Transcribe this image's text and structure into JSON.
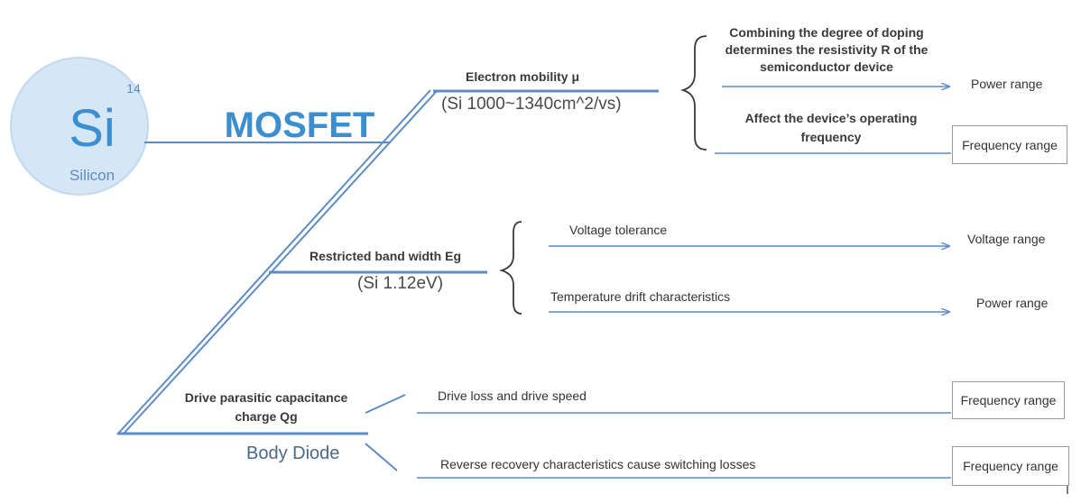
{
  "colors": {
    "line": "#5b8cc5",
    "accent": "#3b8ed0",
    "bubble": "#d5e6f5",
    "body_diode": "#4a6a8a",
    "text": "#333333"
  },
  "element": {
    "symbol": "Si",
    "atomic_number": "14",
    "name": "Silicon"
  },
  "title": "MOSFET",
  "branches": {
    "mobility": {
      "label": "Electron mobility μ",
      "value": "(Si 1000~1340cm^2/vs)",
      "effects": [
        {
          "text": "Combining the degree of doping determines the resistivity R of the semiconductor device",
          "result": "Power range"
        },
        {
          "text": "Affect the device’s operating frequency",
          "result": "Frequency range"
        }
      ]
    },
    "bandgap": {
      "label": "Restricted band width Eg",
      "value": "(Si 1.12eV)",
      "effects": [
        {
          "text": "Voltage tolerance",
          "result": "Voltage range"
        },
        {
          "text": "Temperature drift characteristics",
          "result": "Power range"
        }
      ]
    },
    "gate_charge": {
      "label": "Drive parasitic capacitance charge Qg",
      "effect": "Drive loss and drive speed",
      "result": "Frequency range"
    },
    "body_diode": {
      "label": "Body Diode",
      "effect": "Reverse recovery characteristics cause switching losses",
      "result": "Frequency range"
    }
  }
}
